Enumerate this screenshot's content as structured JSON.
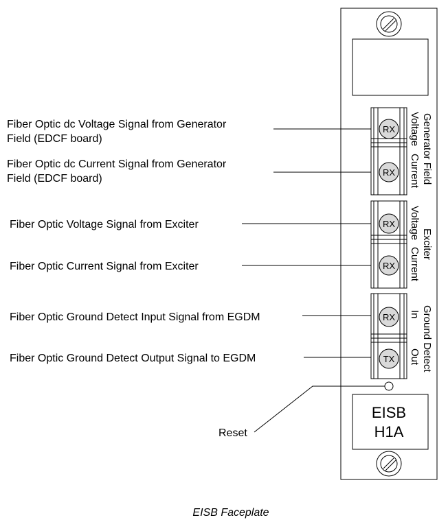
{
  "callouts": [
    {
      "line1": "Fiber Optic dc Voltage Signal from Generator",
      "line2": "Field (EDCF board)"
    },
    {
      "line1": "Fiber Optic dc Current Signal from Generator",
      "line2": "Field (EDCF board)"
    },
    {
      "line1": "Fiber Optic Voltage Signal from Exciter"
    },
    {
      "line1": "Fiber Optic Current Signal from Exciter"
    },
    {
      "line1": "Fiber Optic Ground Detect Input Signal from EGDM"
    },
    {
      "line1": "Fiber Optic Ground Detect Output Signal to EGDM"
    },
    {
      "line1": "Reset"
    }
  ],
  "connectors": [
    {
      "badge": "RX"
    },
    {
      "badge": "RX"
    },
    {
      "badge": "RX"
    },
    {
      "badge": "RX"
    },
    {
      "badge": "RX"
    },
    {
      "badge": "TX"
    }
  ],
  "groups": [
    {
      "title": "Generator Field",
      "sub1": "Voltage",
      "sub2": "Current"
    },
    {
      "title": "Exciter",
      "sub1": "Voltage",
      "sub2": "Current"
    },
    {
      "title": "Ground Detect",
      "sub1": "In",
      "sub2": "Out"
    }
  ],
  "nameplate": {
    "line1": "EISB",
    "line2": "H1A"
  },
  "caption": "EISB Faceplate"
}
